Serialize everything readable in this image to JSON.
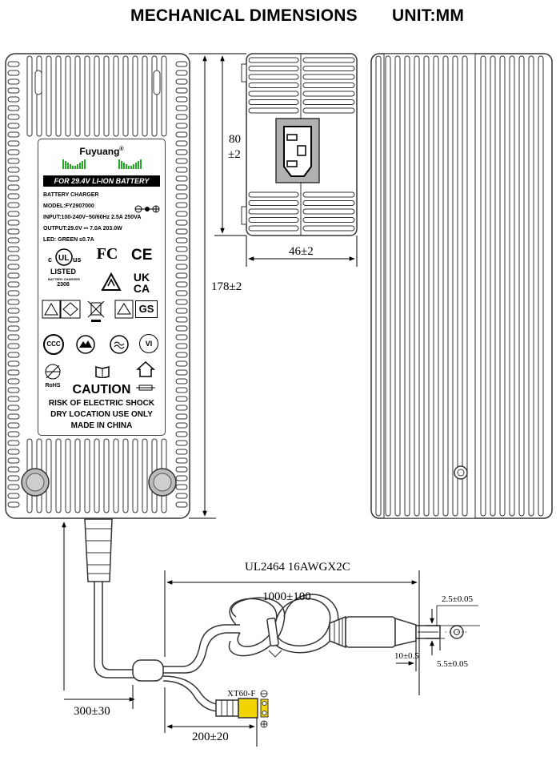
{
  "header": {
    "title": "MECHANICAL DIMENSIONS",
    "unit": "UNIT:MM"
  },
  "label": {
    "brand": "Fuyuang",
    "registered": "®",
    "band": "FOR 29.4V LI-ION BATTERY",
    "product": "BATTERY CHARGER",
    "model": "MODEL:FY2907000",
    "input": "INPUT:100-240V~50/60Hz 2.5A 250VA",
    "output": "OUTPUT:29.0V ⎓ 7.0A 203.0W",
    "led": "LED: GREEN ≤0.7A",
    "ul_listed": "LISTED",
    "ul_category": "BATTERY CHARGER",
    "ul_number": "2308",
    "fcc": "FC",
    "ce": "CE",
    "ukca_top": "UK",
    "ukca_bottom": "CA",
    "gs": "GS",
    "ccc": "CCC",
    "vi": "VI",
    "rohs": "RoHS",
    "caution_title": "CAUTION",
    "caution_lines": [
      "RISK OF ELECTRIC SHOCK",
      "DRY LOCATION USE ONLY",
      "MADE IN CHINA"
    ]
  },
  "dimensions": {
    "socket_height": "80",
    "socket_height_tol": "±2",
    "width": "46±2",
    "length": "178±2",
    "cable_spec": "UL2464 16AWGX2C",
    "main_cable": "1000±100",
    "pin_inner": "2.5±0.05",
    "plug_length": "10±0.5",
    "plug_outer": "5.5±0.05",
    "input_lead": "300±30",
    "branch_lead": "200±20",
    "connector": "XT60-F"
  }
}
